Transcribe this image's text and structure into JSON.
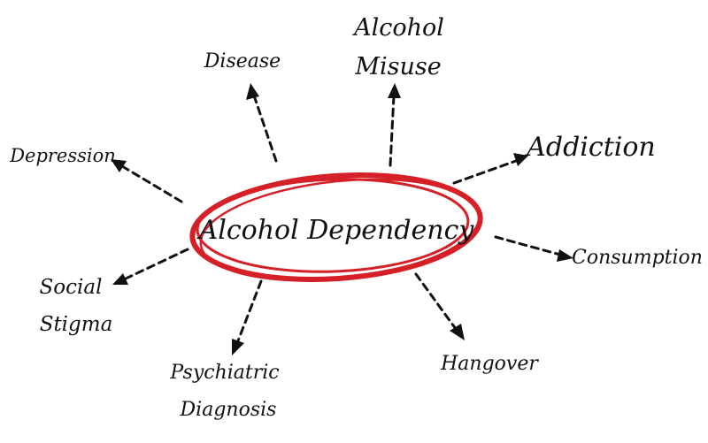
{
  "diagram": {
    "center_label": "Alcohol Dependency",
    "nodes": [
      {
        "id": "disease",
        "lines": [
          "Disease"
        ]
      },
      {
        "id": "alcohol-misuse",
        "lines": [
          "Alcohol",
          "Misuse"
        ]
      },
      {
        "id": "addiction",
        "lines": [
          "Addiction"
        ]
      },
      {
        "id": "depression",
        "lines": [
          "Depression"
        ]
      },
      {
        "id": "consumption",
        "lines": [
          "Consumption"
        ]
      },
      {
        "id": "social-stigma",
        "lines": [
          "Social",
          "Stigma"
        ]
      },
      {
        "id": "psychiatric-diagnosis",
        "lines": [
          "Psychiatric",
          "Diagnosis"
        ]
      },
      {
        "id": "hangover",
        "lines": [
          "Hangover"
        ]
      }
    ],
    "colors": {
      "ring": "#d62027",
      "ink": "#111111",
      "background": "#ffffff"
    },
    "ring_strokes": 3
  }
}
